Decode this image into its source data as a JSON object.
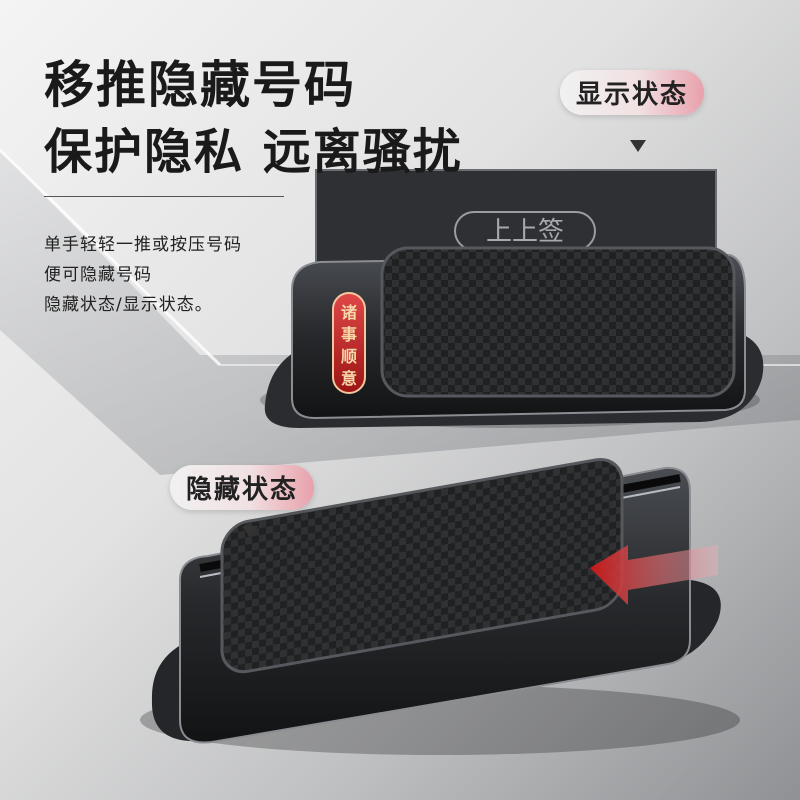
{
  "headline": {
    "line1": "移推隐藏号码",
    "line2": "保护隐私 远离骚扰"
  },
  "description": [
    "单手轻轻一推或按压号码",
    "便可隐藏号码",
    "隐藏状态/显示状态。"
  ],
  "badges": {
    "shown_state": "显示状态",
    "hidden_state": "隐藏状态"
  },
  "product": {
    "plate_text": "上上签",
    "red_tag_text": "诸事顺意"
  },
  "colors": {
    "accent_red": "#c62828",
    "product_dark": "#1e2022"
  }
}
